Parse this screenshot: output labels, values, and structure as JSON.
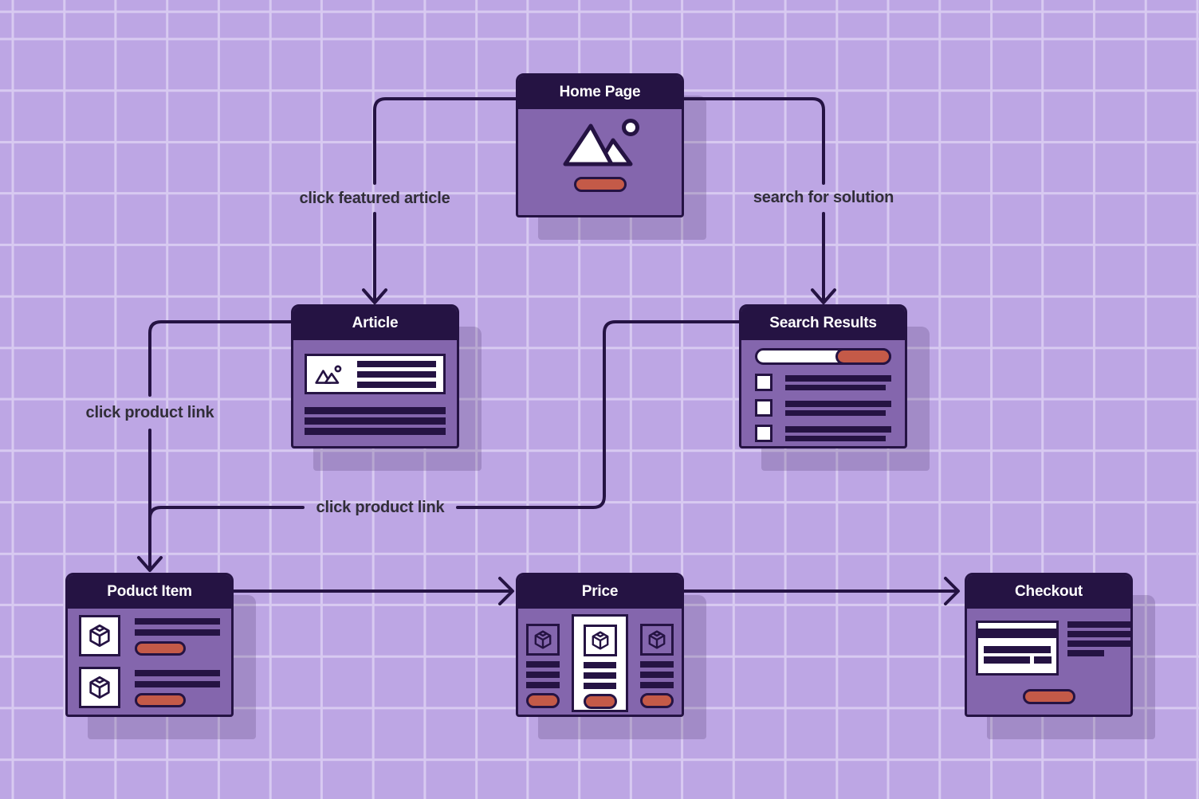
{
  "colors": {
    "background": "#bda6e4",
    "grid_line": "#d8caf1",
    "node_body": "#8466ad",
    "node_dark": "#251343",
    "accent_red": "#c45a48",
    "white": "#ffffff",
    "label_text": "#312e38",
    "shadow": "rgba(37,19,67,0.18)"
  },
  "nodes": [
    {
      "id": "home-page",
      "title": "Home Page",
      "icon": "mountain-image-icon"
    },
    {
      "id": "article",
      "title": "Article",
      "icon": "mountain-image-icon"
    },
    {
      "id": "search-results",
      "title": "Search Results",
      "icon": "search-bar"
    },
    {
      "id": "product-item",
      "title": "Poduct Item",
      "icon": "cube-3d-icon"
    },
    {
      "id": "price",
      "title": "Price",
      "icon": "cube-3d-icon"
    },
    {
      "id": "checkout",
      "title": "Checkout",
      "icon": "credit-card-icon"
    }
  ],
  "edges": [
    {
      "from": "home-page",
      "to": "article",
      "label": "click featured article"
    },
    {
      "from": "home-page",
      "to": "search-results",
      "label": "search for solution"
    },
    {
      "from": "article",
      "to": "product-item",
      "label": "click product link"
    },
    {
      "from": "search-results",
      "to": "product-item",
      "label": "click product link"
    },
    {
      "from": "product-item",
      "to": "price",
      "label": ""
    },
    {
      "from": "price",
      "to": "checkout",
      "label": ""
    }
  ]
}
